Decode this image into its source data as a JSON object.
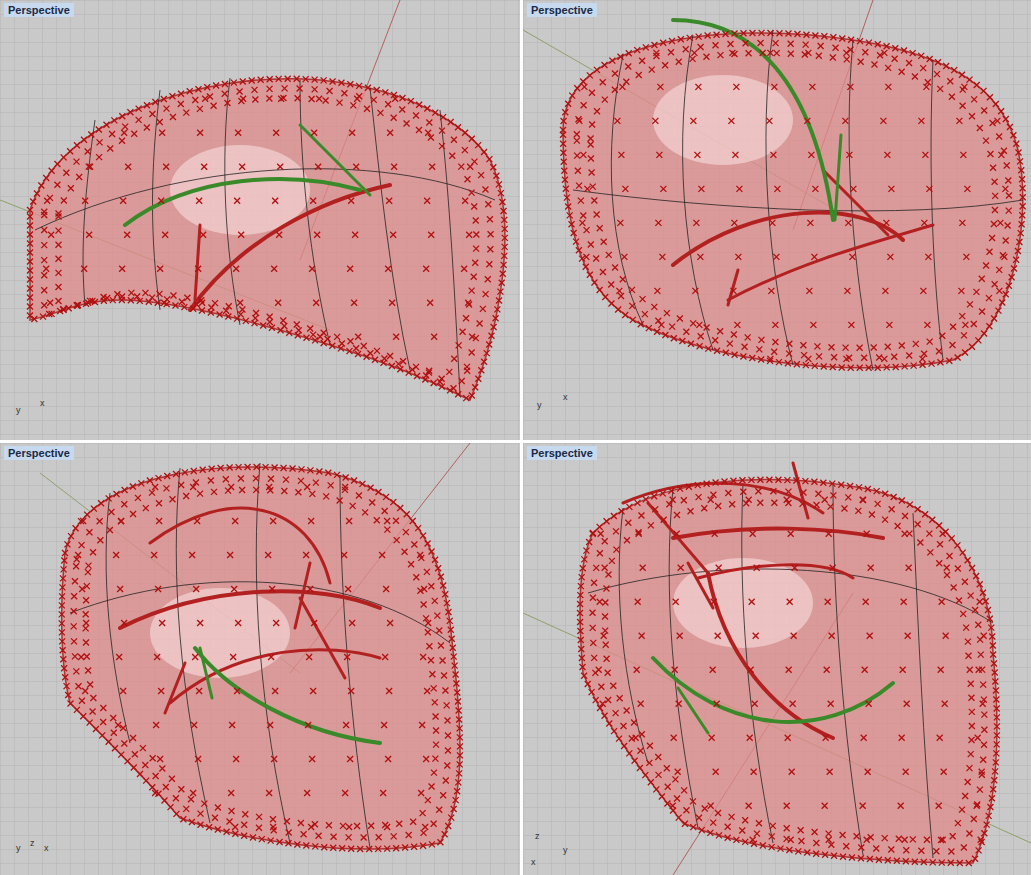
{
  "diagram": {
    "labels": [
      "Perspective",
      "y",
      "x",
      "Perspective",
      "y",
      "x",
      "Perspective",
      "y",
      "z",
      "x",
      "Perspective",
      "z",
      "y",
      "x"
    ]
  }
}
